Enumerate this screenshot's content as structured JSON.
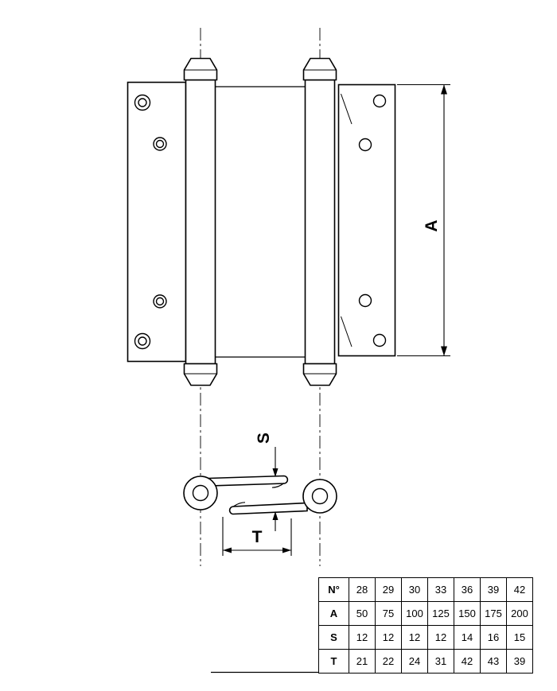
{
  "drawing": {
    "title": "double-action-spring-hinge",
    "label_a": "A",
    "label_s": "S",
    "label_t": "T",
    "line_color": "#000000",
    "background_color": "#ffffff"
  },
  "chart_data": {
    "type": "table",
    "title": "Hinge size dimension table",
    "columns": [
      "N°",
      "28",
      "29",
      "30",
      "33",
      "36",
      "39",
      "42"
    ],
    "rows": [
      {
        "label": "A",
        "values": [
          50,
          75,
          100,
          125,
          150,
          175,
          200
        ]
      },
      {
        "label": "S",
        "values": [
          12,
          12,
          12,
          12,
          14,
          16,
          15
        ]
      },
      {
        "label": "T",
        "values": [
          21,
          22,
          24,
          31,
          42,
          43,
          39
        ]
      }
    ]
  },
  "table": {
    "rows": [
      [
        "N°",
        "28",
        "29",
        "30",
        "33",
        "36",
        "39",
        "42"
      ],
      [
        "A",
        "50",
        "75",
        "100",
        "125",
        "150",
        "175",
        "200"
      ],
      [
        "S",
        "12",
        "12",
        "12",
        "12",
        "14",
        "16",
        "15"
      ],
      [
        "T",
        "21",
        "22",
        "24",
        "31",
        "42",
        "43",
        "39"
      ]
    ]
  }
}
